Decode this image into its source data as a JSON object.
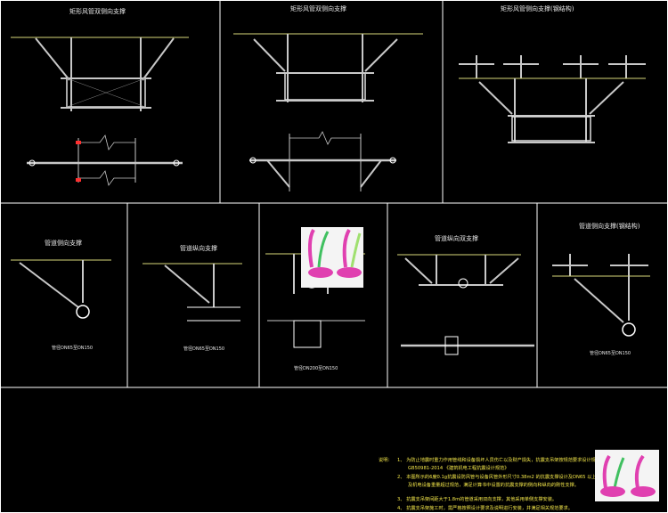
{
  "colors": {
    "background": "#000000",
    "frame": "#ffffff",
    "ceiling": "#d8d87a",
    "steel": "#c8c8c8",
    "duct": "#e0e0e0",
    "accent_red": "#ff3030",
    "note_text": "#f5e84a",
    "plant_pink": "#e040b0",
    "plant_green": "#40c060"
  },
  "panels": {
    "p1": {
      "title": "矩形风管双侧向支撑"
    },
    "p2": {
      "title": "矩形风管双侧向支撑"
    },
    "p3": {
      "title": "矩形风管侧向支撑(钢结构)"
    },
    "p4": {
      "title": "管道侧向支撑",
      "caption": "管径DN65至DN150"
    },
    "p5": {
      "title": "管道纵向支撑",
      "caption": "管径DN65至DN150"
    },
    "p6": {
      "title": "",
      "caption": "管径DN200至DN150"
    },
    "p7": {
      "title": "管道纵向双支撑"
    },
    "p8": {
      "title": "管道侧向支撑(钢结构)",
      "caption": "管径DN65至DN150"
    }
  },
  "notes": {
    "heading": "说明：",
    "lines": [
      "1、 为防止地震时重力作用管线和设备损坏人员伤亡以及财产损失，抗震支吊架按规范要求设计规范：",
      "GB50981-2014 《建筑机电工程抗震设计规范》",
      "2、 本图所示的6度0.1g抗震设防风管与设备风管外形尺寸0.38m2 的抗震支撑设计及DN65 以上管道",
      "及机电设备重量超过规范，满足计算书中设置的抗震支撑的侧向和纵向的刚性支撑。",
      "3、 抗震支吊架间距大于1.8m的管道采用双向支撑，其他采用单侧支撑安装。",
      "4、 抗震支吊架施工时，需严格按照设计要求及说明进行安装，并满足相关规范要求。"
    ]
  }
}
